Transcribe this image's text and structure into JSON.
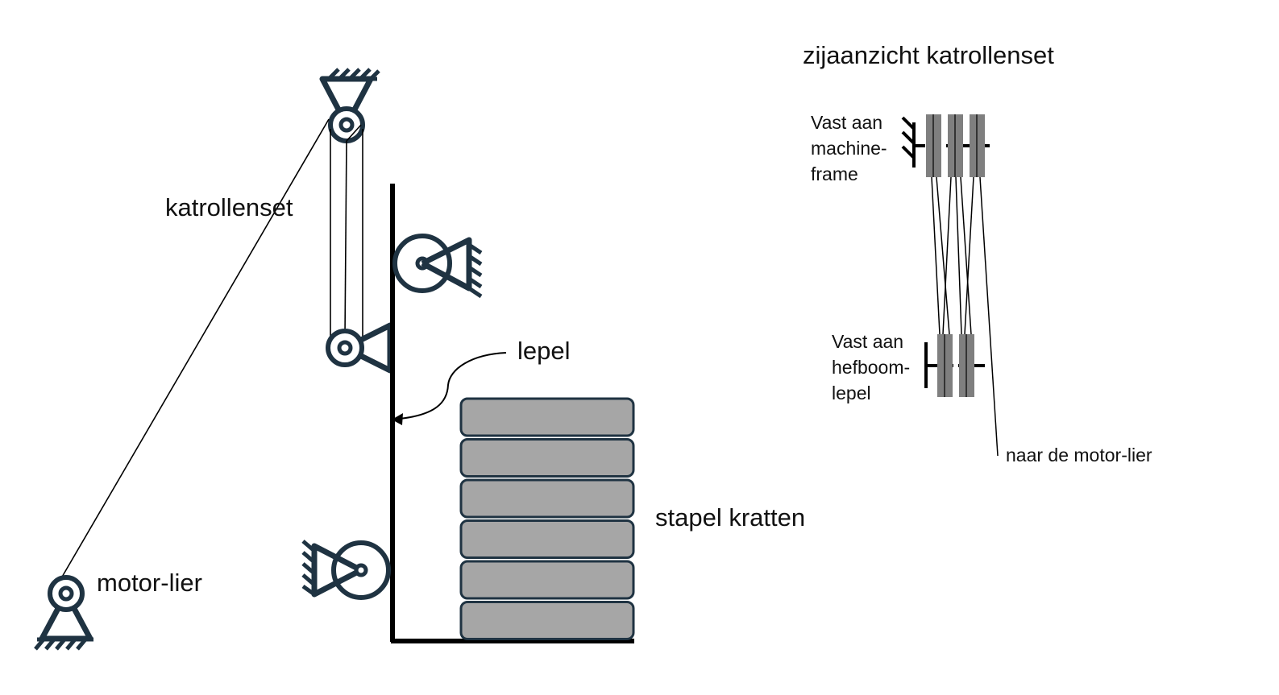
{
  "labels": {
    "katrollenset": "katrollenset",
    "lepel": "lepel",
    "motor_lier": "motor-lier",
    "stapel_kratten": "stapel kratten",
    "side_view_title": "zijaanzicht katrollenset",
    "fixed_frame": [
      "Vast aan",
      "machine-",
      "frame"
    ],
    "fixed_lever": [
      "Vast aan",
      "hefboom-",
      "lepel"
    ],
    "to_winch": "naar de motor-lier"
  },
  "crates": {
    "count": 6
  },
  "colors": {
    "ink": "#1f3342",
    "crate_fill": "#a6a6a6",
    "crate_stroke": "#1f3342",
    "sheave_fill": "#7f7f7f",
    "line": "#000000"
  }
}
